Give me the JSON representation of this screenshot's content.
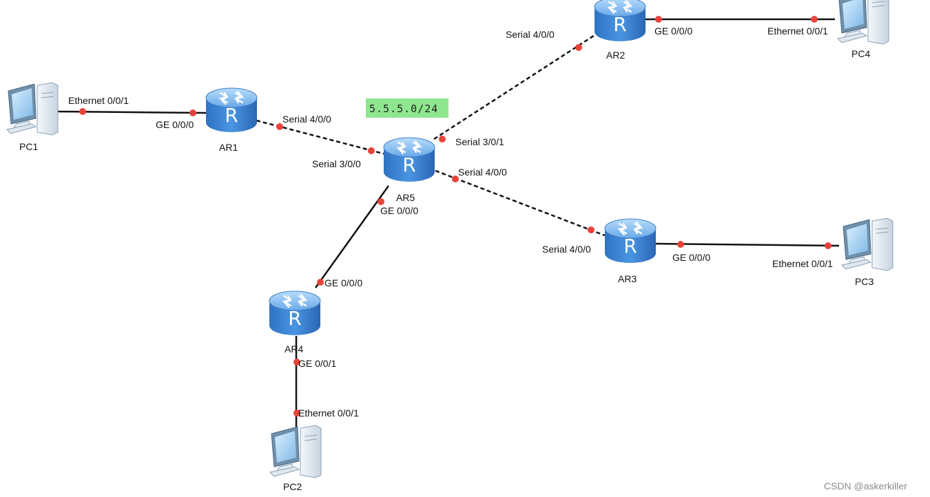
{
  "colors": {
    "link": "#111111",
    "port_dot": "#e8433a",
    "router_body": "#3e86d6",
    "router_top": "#8ec2f2",
    "network_label_bg": "#8ee68e",
    "pc_frame": "#6f8faa"
  },
  "network_label": "5.5.5.0/24",
  "watermark": "CSDN @askerkiller",
  "devices": {
    "PC1": {
      "name": "PC1",
      "icon": "pc-icon"
    },
    "PC2": {
      "name": "PC2",
      "icon": "pc-icon"
    },
    "PC3": {
      "name": "PC3",
      "icon": "pc-icon"
    },
    "PC4": {
      "name": "PC4",
      "icon": "pc-icon"
    },
    "AR1": {
      "name": "AR1",
      "icon": "router-icon"
    },
    "AR2": {
      "name": "AR2",
      "icon": "router-icon"
    },
    "AR3": {
      "name": "AR3",
      "icon": "router-icon"
    },
    "AR4": {
      "name": "AR4",
      "icon": "router-icon"
    },
    "AR5": {
      "name": "AR5",
      "icon": "router-icon"
    }
  },
  "links": [
    {
      "id": "pc1-ar1",
      "type": "ethernet",
      "a": "PC1",
      "a_port": "Ethernet 0/0/1",
      "b": "AR1",
      "b_port": "GE 0/0/0"
    },
    {
      "id": "ar1-ar5",
      "type": "serial",
      "a": "AR1",
      "a_port": "Serial 4/0/0",
      "b": "AR5",
      "b_port": "Serial 3/0/0"
    },
    {
      "id": "ar5-ar2",
      "type": "serial",
      "a": "AR5",
      "a_port": "Serial 3/0/1",
      "b": "AR2",
      "b_port": "Serial 4/0/0"
    },
    {
      "id": "ar2-pc4",
      "type": "ethernet",
      "a": "AR2",
      "a_port": "GE 0/0/0",
      "b": "PC4",
      "b_port": "Ethernet 0/0/1"
    },
    {
      "id": "ar5-ar3",
      "type": "serial",
      "a": "AR5",
      "a_port": "Serial 4/0/0",
      "b": "AR3",
      "b_port": "Serial 4/0/0"
    },
    {
      "id": "ar3-pc3",
      "type": "ethernet",
      "a": "AR3",
      "a_port": "GE 0/0/0",
      "b": "PC3",
      "b_port": "Ethernet 0/0/1"
    },
    {
      "id": "ar5-ar4",
      "type": "ethernet",
      "a": "AR5",
      "a_port": "GE 0/0/0",
      "b": "AR4",
      "b_port": "GE 0/0/0"
    },
    {
      "id": "ar4-pc2",
      "type": "ethernet",
      "a": "AR4",
      "a_port": "GE 0/0/1",
      "b": "PC2",
      "b_port": "Ethernet 0/0/1"
    }
  ]
}
